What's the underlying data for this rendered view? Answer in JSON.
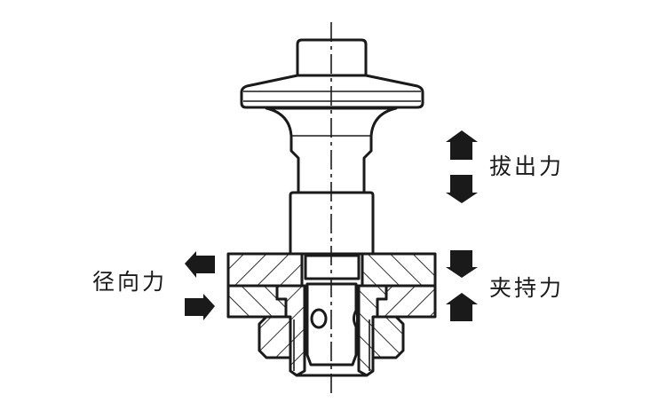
{
  "labels": {
    "pull_out_force": "拔出力",
    "radial_force": "径向力",
    "clamping_force": "夹持力"
  },
  "colors": {
    "line": "#1a1a1a",
    "background": "#ffffff"
  }
}
